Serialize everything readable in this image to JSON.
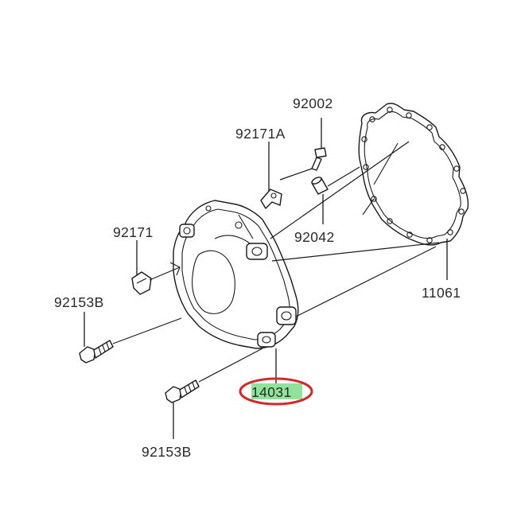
{
  "diagram": {
    "parts": [
      {
        "id": "p92002",
        "number": "92002"
      },
      {
        "id": "p92171A",
        "number": "92171A"
      },
      {
        "id": "p92171",
        "number": "92171"
      },
      {
        "id": "p92042",
        "number": "92042"
      },
      {
        "id": "p92153B_top",
        "number": "92153B"
      },
      {
        "id": "p11061",
        "number": "11061"
      },
      {
        "id": "p14031",
        "number": "14031"
      },
      {
        "id": "p92153B_bottom",
        "number": "92153B"
      }
    ],
    "highlighted_part": "14031",
    "highlight_colors": {
      "fill": "#8fe39a",
      "ring": "#d22a2a"
    }
  }
}
